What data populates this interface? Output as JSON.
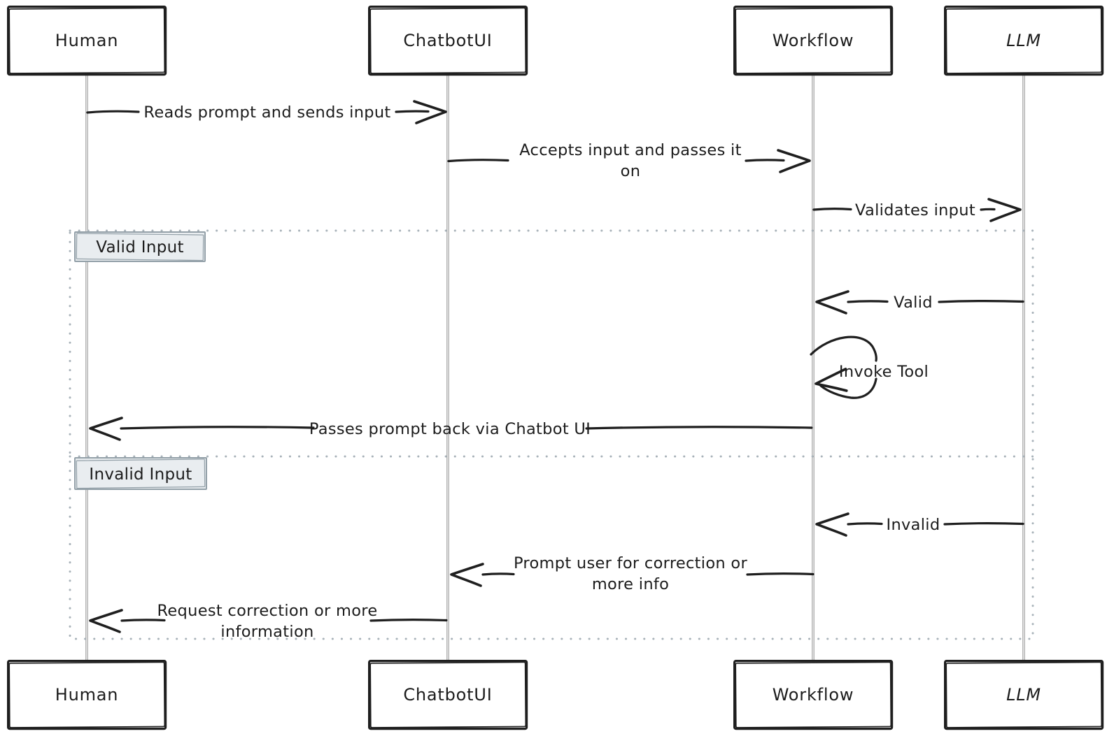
{
  "diagram": {
    "type": "sequence-diagram",
    "actors": [
      {
        "id": "human",
        "label": "Human"
      },
      {
        "id": "chatbotui",
        "label": "ChatbotUI"
      },
      {
        "id": "workflow",
        "label": "Workflow"
      },
      {
        "id": "llm",
        "label": "LLM"
      }
    ],
    "messages": [
      {
        "from": "Human",
        "to": "ChatbotUI",
        "text": "Reads prompt and sends input",
        "lines": [
          "Reads prompt and sends input"
        ]
      },
      {
        "from": "ChatbotUI",
        "to": "Workflow",
        "text": "Accepts input and passes it on",
        "lines": [
          "Accepts input and passes it",
          "on"
        ]
      },
      {
        "from": "Workflow",
        "to": "LLM",
        "text": "Validates input",
        "lines": [
          "Validates input"
        ]
      },
      {
        "from": "LLM",
        "to": "Workflow",
        "text": "Valid",
        "lines": [
          "Valid"
        ]
      },
      {
        "from": "Workflow",
        "to": "Workflow",
        "text": "Invoke Tool",
        "lines": [
          "Invoke Tool"
        ]
      },
      {
        "from": "Workflow",
        "to": "Human",
        "text": "Passes prompt back via Chatbot UI",
        "lines": [
          "Passes prompt back via Chatbot UI"
        ]
      },
      {
        "from": "LLM",
        "to": "Workflow",
        "text": "Invalid",
        "lines": [
          "Invalid"
        ]
      },
      {
        "from": "Workflow",
        "to": "ChatbotUI",
        "text": "Prompt user for correction or more info",
        "lines": [
          "Prompt user for correction or",
          "more info"
        ]
      },
      {
        "from": "ChatbotUI",
        "to": "Human",
        "text": "Request correction or more information",
        "lines": [
          "Request correction or more",
          "information"
        ]
      }
    ],
    "alt_frame": {
      "sections": [
        {
          "label": "Valid Input"
        },
        {
          "label": "Invalid Input"
        }
      ]
    },
    "colors": {
      "stroke": "#1f1f1f",
      "text": "#1c1c1c",
      "lifeline": "#9a9a9a",
      "frame_border": "#a8b2b9",
      "frame_label_fill": "#e9edf0",
      "frame_label_border": "#93a0a8",
      "actor_fill": "#ffffff",
      "background": "#ffffff"
    }
  }
}
